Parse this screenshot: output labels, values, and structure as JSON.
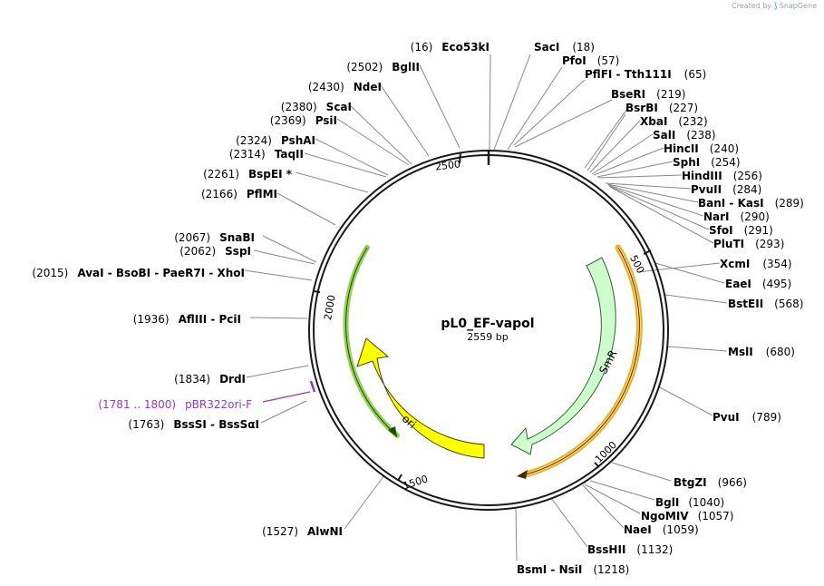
{
  "credit": {
    "prefix": "Created by",
    "brand": "SnapGene"
  },
  "plasmid": {
    "name": "pL0_EF-vapol",
    "length_label": "2559 bp",
    "length": 2559
  },
  "ticks": [
    "500",
    "1000",
    "1500",
    "2000",
    "2500"
  ],
  "features": [
    {
      "name": "SmR",
      "type": "arrow",
      "color": "#ccffcc"
    },
    {
      "name": "ori",
      "type": "arrow",
      "color": "#ffff00"
    }
  ],
  "primer": {
    "name": "pBR322ori-F",
    "pos": "(1781 .. 1800)"
  },
  "sites": [
    {
      "name": "Eco53kI",
      "pos": "(16)"
    },
    {
      "name": "SacI",
      "pos": "(18)"
    },
    {
      "name": "PfoI",
      "pos": "(57)"
    },
    {
      "name": "PflFI - Tth111I",
      "pos": "(65)"
    },
    {
      "name": "BseRI",
      "pos": "(219)"
    },
    {
      "name": "BsrBI",
      "pos": "(227)"
    },
    {
      "name": "XbaI",
      "pos": "(232)"
    },
    {
      "name": "SalI",
      "pos": "(238)"
    },
    {
      "name": "HincII",
      "pos": "(240)"
    },
    {
      "name": "SphI",
      "pos": "(254)"
    },
    {
      "name": "HindIII",
      "pos": "(256)"
    },
    {
      "name": "PvuII",
      "pos": "(284)"
    },
    {
      "name": "BanI - KasI",
      "pos": "(289)"
    },
    {
      "name": "NarI",
      "pos": "(290)"
    },
    {
      "name": "SfoI",
      "pos": "(291)"
    },
    {
      "name": "PluTI",
      "pos": "(293)"
    },
    {
      "name": "XcmI",
      "pos": "(354)"
    },
    {
      "name": "EaeI",
      "pos": "(495)"
    },
    {
      "name": "BstEII",
      "pos": "(568)"
    },
    {
      "name": "MslI",
      "pos": "(680)"
    },
    {
      "name": "PvuI",
      "pos": "(789)"
    },
    {
      "name": "BtgZI",
      "pos": "(966)"
    },
    {
      "name": "BglI",
      "pos": "(1040)"
    },
    {
      "name": "NgoMIV",
      "pos": "(1057)"
    },
    {
      "name": "NaeI",
      "pos": "(1059)"
    },
    {
      "name": "BssHII",
      "pos": "(1132)"
    },
    {
      "name": "BsmI - NsiI",
      "pos": "(1218)"
    },
    {
      "name": "AlwNI",
      "pos": "(1527)"
    },
    {
      "name": "BssSI - BssSαI",
      "pos": "(1763)"
    },
    {
      "name": "DrdI",
      "pos": "(1834)"
    },
    {
      "name": "AflIII - PciI",
      "pos": "(1936)"
    },
    {
      "name": "AvaI - BsoBI - PaeR7I - XhoI",
      "pos": "(2015)"
    },
    {
      "name": "SspI",
      "pos": "(2062)"
    },
    {
      "name": "SnaBI",
      "pos": "(2067)"
    },
    {
      "name": "PflMI",
      "pos": "(2166)"
    },
    {
      "name": "BspEI *",
      "pos": "(2261)"
    },
    {
      "name": "TaqII",
      "pos": "(2314)"
    },
    {
      "name": "PshAI",
      "pos": "(2324)"
    },
    {
      "name": "PsiI",
      "pos": "(2369)"
    },
    {
      "name": "ScaI",
      "pos": "(2380)"
    },
    {
      "name": "NdeI",
      "pos": "(2430)"
    },
    {
      "name": "BglII",
      "pos": "(2502)"
    }
  ]
}
